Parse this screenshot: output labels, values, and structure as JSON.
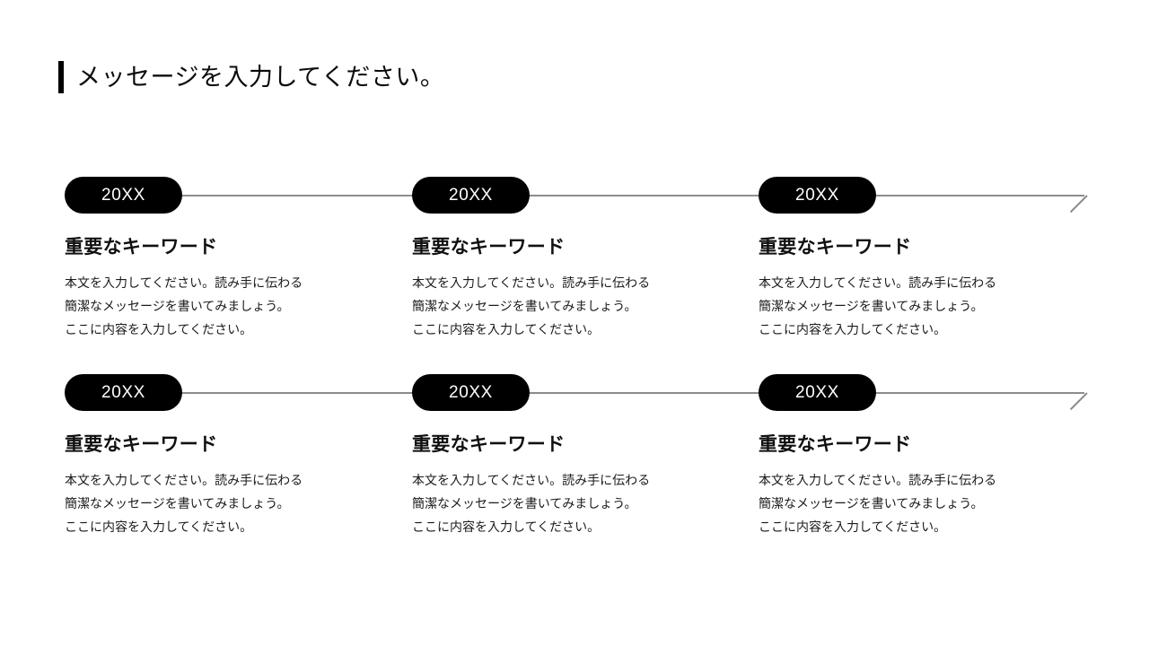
{
  "slide": {
    "title": "メッセージを入力してください。",
    "background_color": "#ffffff",
    "accent_color": "#000000",
    "line_color": "#8c8c8c"
  },
  "timeline_rows": [
    {
      "row_label": "timeline-row-1",
      "entries": [
        {
          "year": "20XX",
          "heading": "重要なキーワード",
          "body_lines": [
            "本文を入力してください。読み手に伝わる",
            "簡潔なメッセージを書いてみましょう。",
            "ここに内容を入力してください。"
          ]
        },
        {
          "year": "20XX",
          "heading": "重要なキーワード",
          "body_lines": [
            "本文を入力してください。読み手に伝わる",
            "簡潔なメッセージを書いてみましょう。",
            "ここに内容を入力してください。"
          ]
        },
        {
          "year": "20XX",
          "heading": "重要なキーワード",
          "body_lines": [
            "本文を入力してください。読み手に伝わる",
            "簡潔なメッセージを書いてみましょう。",
            "ここに内容を入力してください。"
          ]
        }
      ]
    },
    {
      "row_label": "timeline-row-2",
      "entries": [
        {
          "year": "20XX",
          "heading": "重要なキーワード",
          "body_lines": [
            "本文を入力してください。読み手に伝わる",
            "簡潔なメッセージを書いてみましょう。",
            "ここに内容を入力してください。"
          ]
        },
        {
          "year": "20XX",
          "heading": "重要なキーワード",
          "body_lines": [
            "本文を入力してください。読み手に伝わる",
            "簡潔なメッセージを書いてみましょう。",
            "ここに内容を入力してください。"
          ]
        },
        {
          "year": "20XX",
          "heading": "重要なキーワード",
          "body_lines": [
            "本文を入力してください。読み手に伝わる",
            "簡潔なメッセージを書いてみましょう。",
            "ここに内容を入力してください。"
          ]
        }
      ]
    }
  ]
}
